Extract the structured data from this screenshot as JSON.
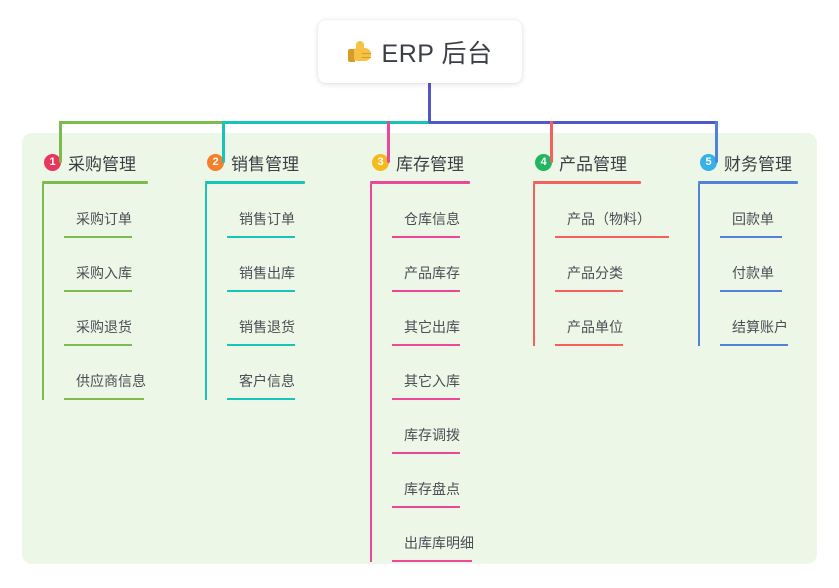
{
  "root": {
    "title": "ERP 后台",
    "icon": "thumbs-up-icon",
    "trunk_color": "#5159c9"
  },
  "canvas": {
    "background": "#ffffff",
    "panel_background": "#edf7e8"
  },
  "columns": [
    {
      "number": "1",
      "title": "采购管理",
      "color": "#7dbb4c",
      "badge_color": "#e8365d",
      "items": [
        "采购订单",
        "采购入库",
        "采购退货",
        "供应商信息"
      ]
    },
    {
      "number": "2",
      "title": "销售管理",
      "color": "#17c4b5",
      "badge_color": "#f57f2a",
      "items": [
        "销售订单",
        "销售出库",
        "销售退货",
        "客户信息"
      ]
    },
    {
      "number": "3",
      "title": "库存管理",
      "color": "#ec4899",
      "badge_color": "#f5bb1d",
      "items": [
        "仓库信息",
        "产品库存",
        "其它出库",
        "其它入库",
        "库存调拨",
        "库存盘点",
        "出库库明细"
      ]
    },
    {
      "number": "4",
      "title": "产品管理",
      "color": "#f4605c",
      "badge_color": "#24b561",
      "items": [
        "产品（物料）",
        "产品分类",
        "产品单位"
      ]
    },
    {
      "number": "5",
      "title": "财务管理",
      "color": "#5282d6",
      "badge_color": "#37b2e8",
      "items": [
        "回款单",
        "付款单",
        "结算账户"
      ]
    }
  ]
}
